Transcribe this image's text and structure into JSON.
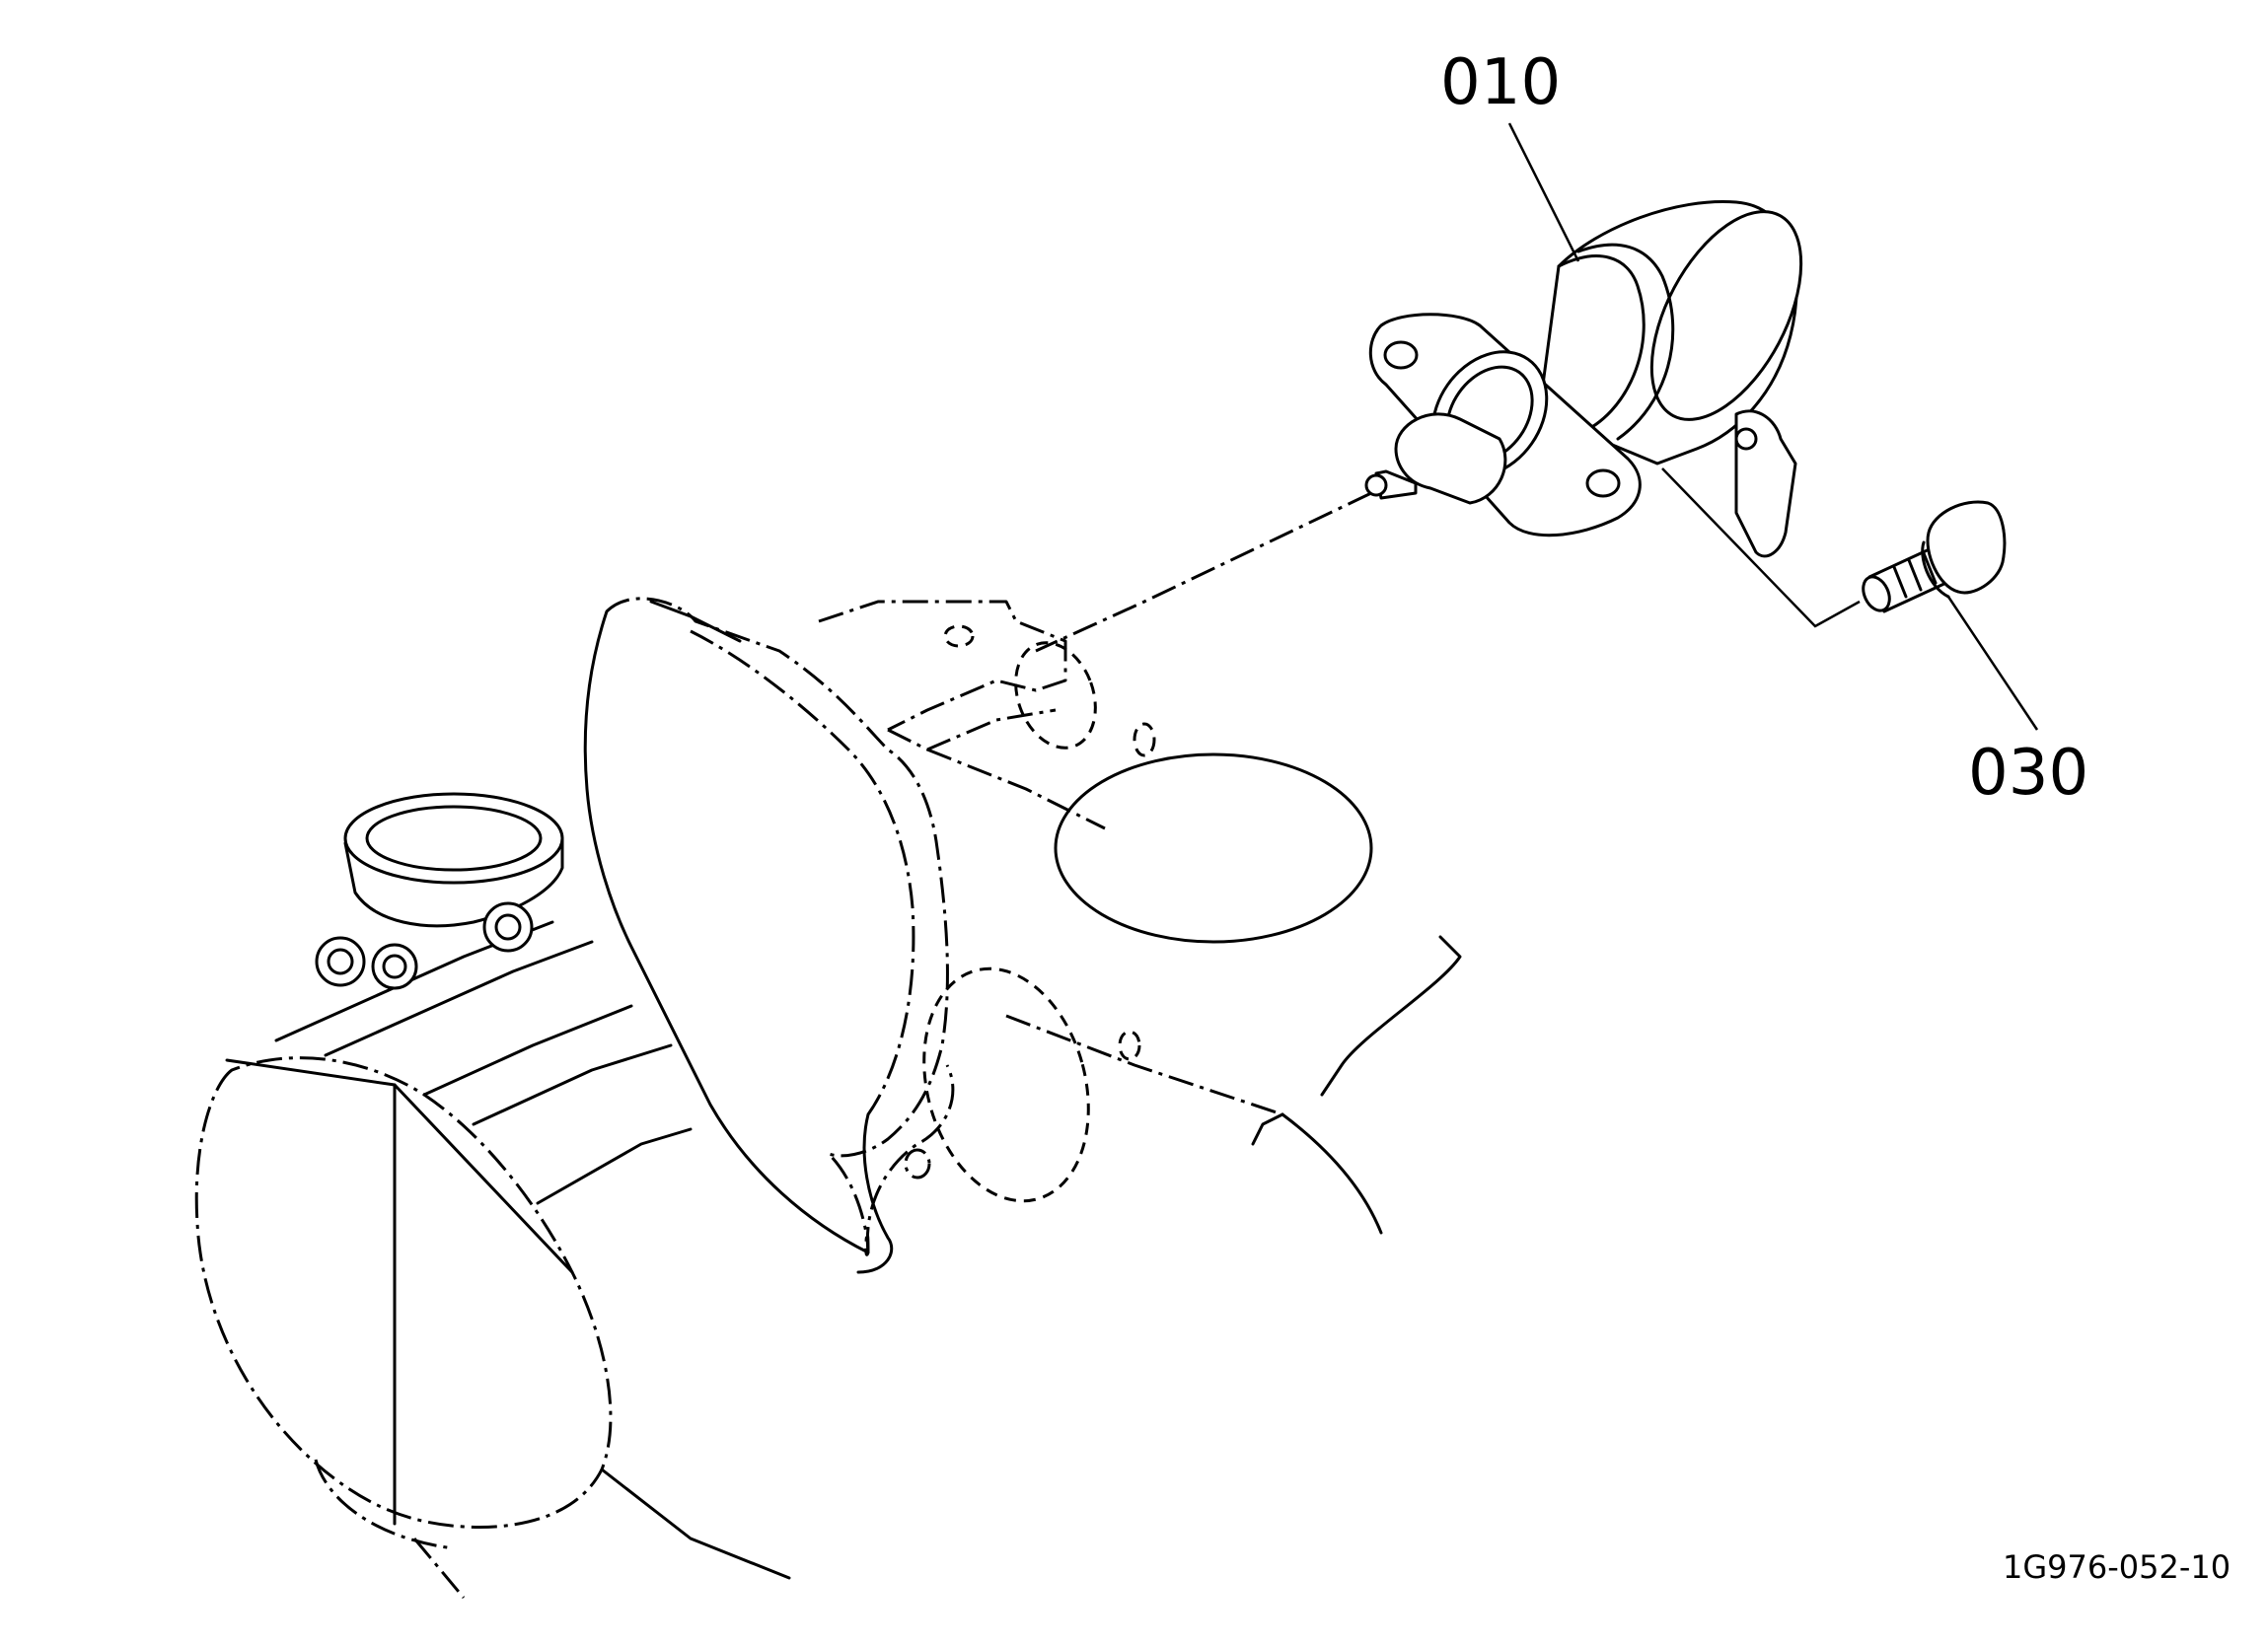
{
  "diagram": {
    "callouts": {
      "part_010": "010",
      "part_030": "030"
    },
    "drawing_code": "1G976-052-10"
  },
  "colors": {
    "line": "#000000",
    "background": "#ffffff"
  }
}
